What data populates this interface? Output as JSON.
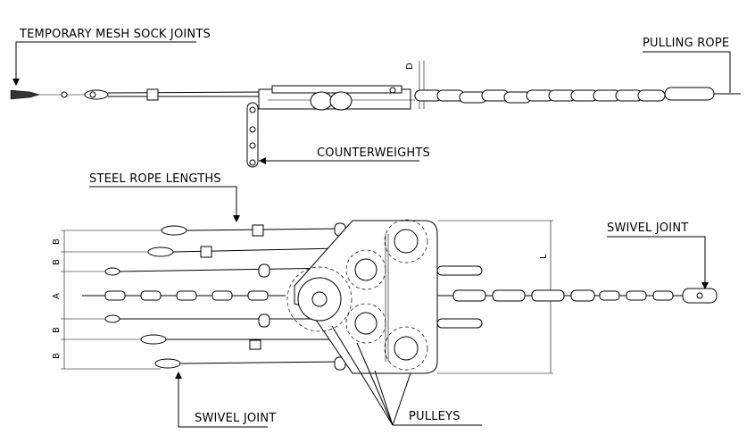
{
  "labels": {
    "temporary_mesh_sock_joints": "TEMPORARY MESH SOCK JOINTS",
    "pulling_rope": "PULLING ROPE",
    "counterweights": "COUNTERWEIGHTS",
    "steel_rope_lengths": "STEEL ROPE LENGTHS",
    "swivel_joint_right": "SWIVEL JOINT",
    "swivel_joint_bottom": "SWIVEL JOINT",
    "pulleys": "PULLEYS"
  },
  "dimensions": {
    "d": "D",
    "l": "L",
    "b1": "B",
    "b2": "B",
    "a": "A",
    "b3": "B",
    "b4": "B"
  }
}
